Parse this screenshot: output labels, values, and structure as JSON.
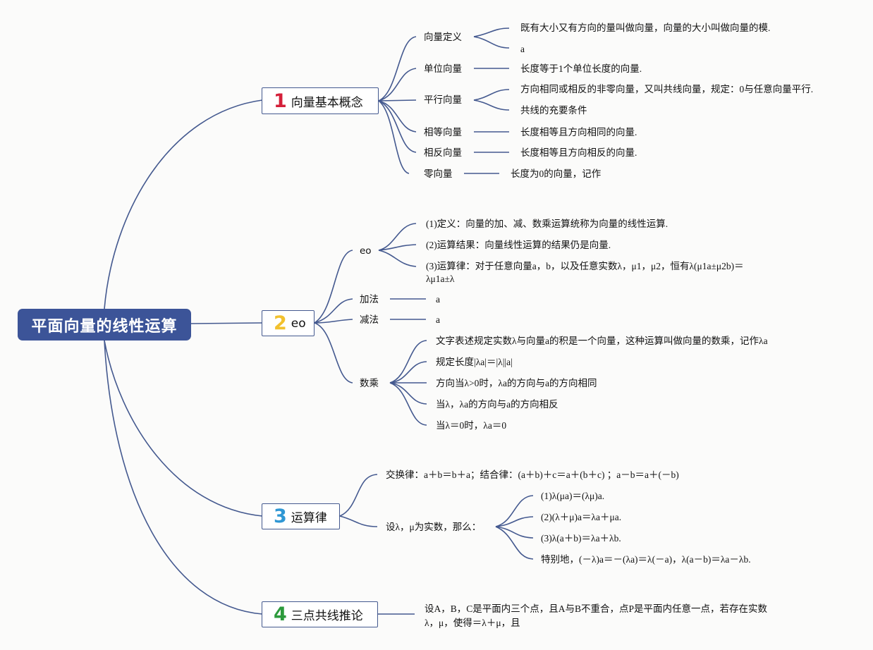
{
  "root": {
    "label": "平面向量的线性运算"
  },
  "branch1": {
    "num": "1",
    "num_color": "#d4203a",
    "label": "向量基本概念",
    "items": [
      {
        "label": "向量定义",
        "details": [
          "既有大小又有方向的量叫做向量，向量的大小叫做向量的模.",
          "a"
        ]
      },
      {
        "label": "单位向量",
        "details": [
          "长度等于1个单位长度的向量."
        ]
      },
      {
        "label": "平行向量",
        "details": [
          "方向相同或相反的非零向量，又叫共线向量，规定：0与任意向量平行.",
          "共线的充要条件"
        ]
      },
      {
        "label": "相等向量",
        "details": [
          "长度相等且方向相同的向量."
        ]
      },
      {
        "label": "相反向量",
        "details": [
          "长度相等且方向相反的向量."
        ]
      },
      {
        "label": "零向量",
        "details": [
          "长度为0的向量，记作"
        ]
      }
    ]
  },
  "branch2": {
    "num": "2",
    "num_color": "#f2c12e",
    "label": "eo",
    "items": [
      {
        "label": "eo",
        "details": [
          "(1)定义：向量的加、减、数乘运算统称为向量的线性运算.",
          "(2)运算结果：向量线性运算的结果仍是向量.",
          "(3)运算律：对于任意向量a，b，以及任意实数λ，μ1，μ2，恒有λ(μ1a±μ2b)＝λμ1a±λ"
        ]
      },
      {
        "label": "加法",
        "details": [
          "a"
        ]
      },
      {
        "label": "减法",
        "details": [
          "a"
        ]
      },
      {
        "label": "数乘",
        "details": [
          "文字表述规定实数λ与向量a的积是一个向量，这种运算叫做向量的数乘，记作λa",
          "规定长度|λa|＝|λ||a|",
          "方向当λ>0时，λa的方向与a的方向相同",
          "当λ，λa的方向与a的方向相反",
          "当λ＝0时，λa＝0"
        ]
      }
    ]
  },
  "branch3": {
    "num": "3",
    "num_color": "#2f97d4",
    "label": "运算律",
    "items": [
      {
        "label": "交换律：a＋b＝b＋a；结合律：(a＋b)＋c＝a＋(b＋c) ；a－b＝a＋(－b)"
      },
      {
        "label": "设λ，μ为实数，那么：",
        "details": [
          "(1)λ(μa)＝(λμ)a.",
          "(2)(λ＋μ)a＝λa＋μa.",
          "(3)λ(a＋b)＝λa＋λb.",
          "特别地，(－λ)a＝－(λa)＝λ(－a)，λ(a－b)＝λa－λb."
        ]
      }
    ]
  },
  "branch4": {
    "num": "4",
    "num_color": "#2c9a3c",
    "label": "三点共线推论",
    "details": [
      "设A，B，C是平面内三个点，且A与B不重合，点P是平面内任意一点，若存在实数λ，μ，使得＝λ＋μ，且"
    ]
  },
  "colors": {
    "line": "#44598f",
    "root_bg": "#3c5498"
  }
}
